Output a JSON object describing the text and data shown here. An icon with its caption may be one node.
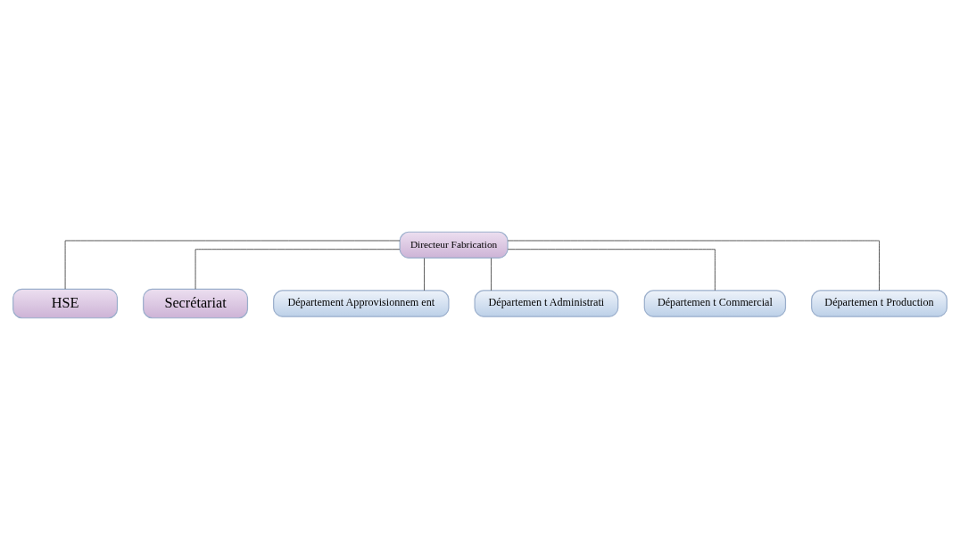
{
  "diagram": {
    "nodes": [
      {
        "text": [
          "Directeur Fabrication"
        ]
      },
      {
        "text": [
          "HSE"
        ]
      },
      {
        "text": [
          "Secrétariat"
        ]
      },
      {
        "text": [
          "Département Approvisionnem ent"
        ]
      },
      {
        "text": [
          "Départemen t Administrati"
        ]
      },
      {
        "text": [
          "Départemen t Commercial"
        ]
      },
      {
        "text": [
          "Départemen t Production"
        ]
      }
    ],
    "edges": [
      {
        "from": 0,
        "to": 1,
        "arrow": "none"
      },
      {
        "from": 0,
        "to": 2,
        "arrow": "none"
      },
      {
        "from": 0,
        "to": 3,
        "arrow": "none"
      },
      {
        "from": 0,
        "to": 4,
        "arrow": "none"
      },
      {
        "from": 0,
        "to": 5,
        "arrow": "none"
      },
      {
        "from": 0,
        "to": 6,
        "arrow": "none"
      }
    ]
  }
}
